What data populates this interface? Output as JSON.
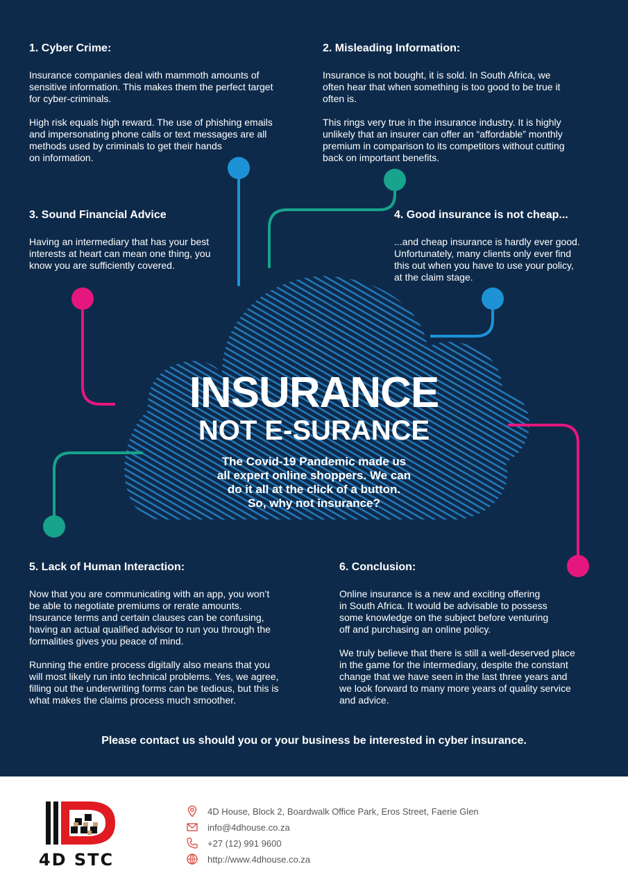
{
  "sections": [
    {
      "title": "1. Cyber Crime:",
      "paragraphs": [
        "Insurance companies deal with mammoth amounts of\nsensitive information. This makes them the perfect target\nfor cyber-criminals.",
        "High risk equals high reward. The use of phishing emails\nand impersonating phone calls or text messages are all\nmethods used by criminals to get their hands\non information."
      ]
    },
    {
      "title": "2. Misleading Information:",
      "paragraphs": [
        "Insurance is not bought, it is sold. In South Africa, we\noften hear that when something is too good to be true it\noften is.",
        "This rings very true in the insurance industry. It is highly\nunlikely that an insurer can offer an “affordable” monthly\npremium in comparison to its competitors without cutting\nback on important benefits."
      ]
    },
    {
      "title": "3. Sound Financial Advice",
      "paragraphs": [
        "Having an intermediary that has your best\ninterests at heart can mean one thing, you\nknow you are sufficiently covered."
      ]
    },
    {
      "title": "4. Good insurance is not cheap...",
      "paragraphs": [
        "...and cheap insurance is hardly ever good.\nUnfortunately, many clients only ever find\nthis out when you have to use your policy,\nat the claim stage."
      ]
    },
    {
      "title": "5. Lack of Human Interaction:",
      "paragraphs": [
        "Now that you are communicating with an app, you won’t\nbe able to negotiate premiums or rerate amounts.\nInsurance terms and certain clauses can be confusing,\nhaving an actual qualified advisor to run you through the\nformalities gives you peace of mind.",
        "Running the entire process digitally also means that you\nwill most likely run into technical problems. Yes, we agree,\nfilling out the underwriting forms can be tedious, but this is\nwhat makes the claims process much smoother."
      ]
    },
    {
      "title": "6. Conclusion:",
      "paragraphs": [
        "Online insurance is a new and exciting offering\nin South Africa. It would be advisable to possess\nsome knowledge on the subject before venturing\noff and purchasing an online policy.",
        "We truly believe that there is still a well-deserved place\nin the game for the intermediary, despite the constant\nchange that we have seen in the last three years and\nwe look forward to many more years of quality service\nand advice."
      ]
    }
  ],
  "hero": {
    "title": "INSURANCE",
    "subtitle": "NOT E-SURANCE",
    "body": "The Covid-19 Pandemic made us\nall expert online shoppers. We can\ndo it all at the click of a button.\nSo, why not insurance?"
  },
  "contact_line": "Please contact us should you or your business be interested in cyber insurance.",
  "footer": {
    "logo_text": "4D STC",
    "address": "4D House, Block 2, Boardwalk Office Park, Eros Street, Faerie Glen",
    "email": "info@4dhouse.co.za",
    "phone": "+27 (12) 991 9600",
    "website": "http://www.4dhouse.co.za"
  },
  "colors": {
    "background": "#0e2a4a",
    "blue": "#1d93d6",
    "teal": "#17a38c",
    "magenta": "#e5177e",
    "logo_red": "#e01b22",
    "icon_red": "#d9423a"
  }
}
